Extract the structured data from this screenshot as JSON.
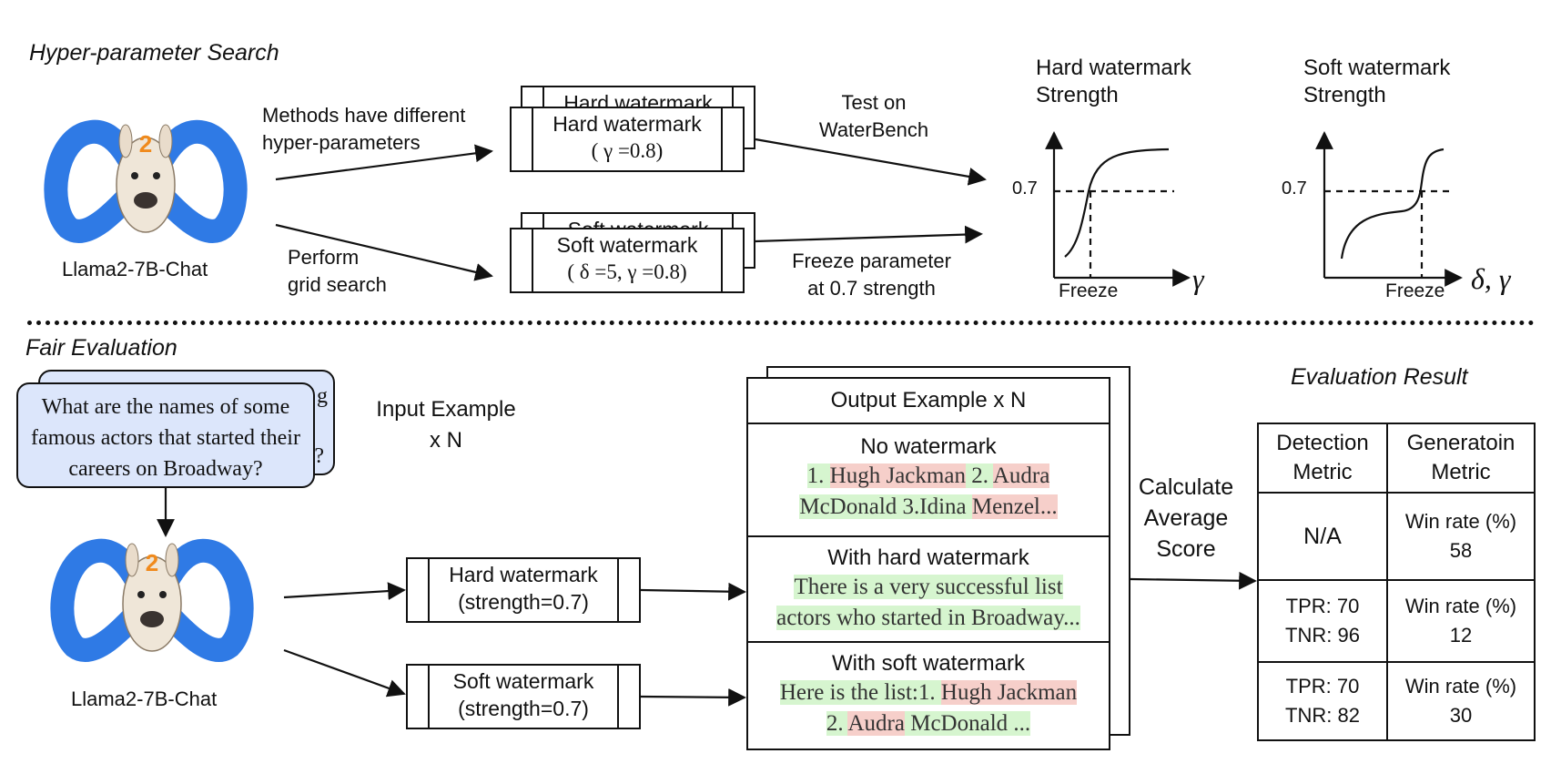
{
  "top": {
    "section_title": "Hyper-parameter Search",
    "model_label": "Llama2-7B-Chat",
    "arrow_label_top": [
      "Methods have different",
      "hyper-parameters"
    ],
    "arrow_label_bottom": [
      "Perform",
      "grid search"
    ],
    "hard_box": {
      "back_text": "Hard watermark",
      "line1": "Hard watermark",
      "line2": "( γ =0.8)"
    },
    "soft_box": {
      "back_text": "Soft watermark",
      "line1": "Soft watermark",
      "line2": "( δ =5, γ =0.8)"
    },
    "test_label": [
      "Test on",
      "WaterBench"
    ],
    "freeze_label": [
      "Freeze parameter",
      "at 0.7 strength"
    ],
    "hard_plot": {
      "title": [
        "Hard watermark",
        "Strength"
      ],
      "y_tick": "0.7",
      "x_tick": "Freeze",
      "x_axis": "γ"
    },
    "soft_plot": {
      "title": [
        "Soft watermark",
        "Strength"
      ],
      "y_tick": "0.7",
      "x_tick": "Freeze",
      "x_axis": "δ, γ"
    }
  },
  "bottom": {
    "section_title": "Fair Evaluation",
    "question": "What are the names of some famous actors that started their careers on Broadway?",
    "back_card_glyphs": [
      "g",
      "?"
    ],
    "input_label": [
      "Input Example",
      "x N"
    ],
    "model_label": "Llama2-7B-Chat",
    "hard_box": {
      "line1": "Hard watermark",
      "line2": "(strength=0.7)"
    },
    "soft_box": {
      "line1": "Soft watermark",
      "line2": "(strength=0.7)"
    },
    "output_title": "Output Example x N",
    "outputs": [
      {
        "heading": "No watermark",
        "line1": [
          {
            "t": "1. ",
            "c": "g"
          },
          {
            "t": "Hugh Jackman",
            "c": "r"
          },
          {
            "t": " 2. ",
            "c": "g"
          },
          {
            "t": "Audra",
            "c": "r"
          }
        ],
        "line2": [
          {
            "t": "McDonald 3.Idina ",
            "c": "g"
          },
          {
            "t": "Menzel...",
            "c": "r"
          }
        ]
      },
      {
        "heading": "With hard watermark",
        "line1": [
          {
            "t": "There is a very successful list",
            "c": "g"
          }
        ],
        "line2": [
          {
            "t": "actors who started in Broadway...",
            "c": "g"
          }
        ]
      },
      {
        "heading": "With soft watermark",
        "line1": [
          {
            "t": "Here is the list:1. ",
            "c": "g"
          },
          {
            "t": "Hugh Jackman",
            "c": "r"
          }
        ],
        "line2": [
          {
            "t": "2. ",
            "c": "g"
          },
          {
            "t": "Audra",
            "c": "r"
          },
          {
            "t": " McDonald ...",
            "c": "g"
          }
        ]
      }
    ],
    "calc_label": [
      "Calculate",
      "Average",
      "Score"
    ],
    "result_title": "Evaluation Result",
    "table": {
      "headers": [
        [
          "Detection",
          "Metric"
        ],
        [
          "Generatoin",
          "Metric"
        ]
      ],
      "rows": [
        {
          "detection": [
            "N/A"
          ],
          "generation": [
            "Win rate (%)",
            "58"
          ]
        },
        {
          "detection": [
            "TPR: 70",
            "TNR: 96"
          ],
          "generation": [
            "Win rate (%)",
            "12"
          ]
        },
        {
          "detection": [
            "TPR: 70",
            "TNR: 82"
          ],
          "generation": [
            "Win rate (%)",
            "30"
          ]
        }
      ]
    }
  },
  "colors": {
    "highlight_green": "#d6f5cf",
    "highlight_red": "#f6cfca",
    "question_card": "#dce6fb",
    "meta_blue": "#2f7ae5"
  }
}
